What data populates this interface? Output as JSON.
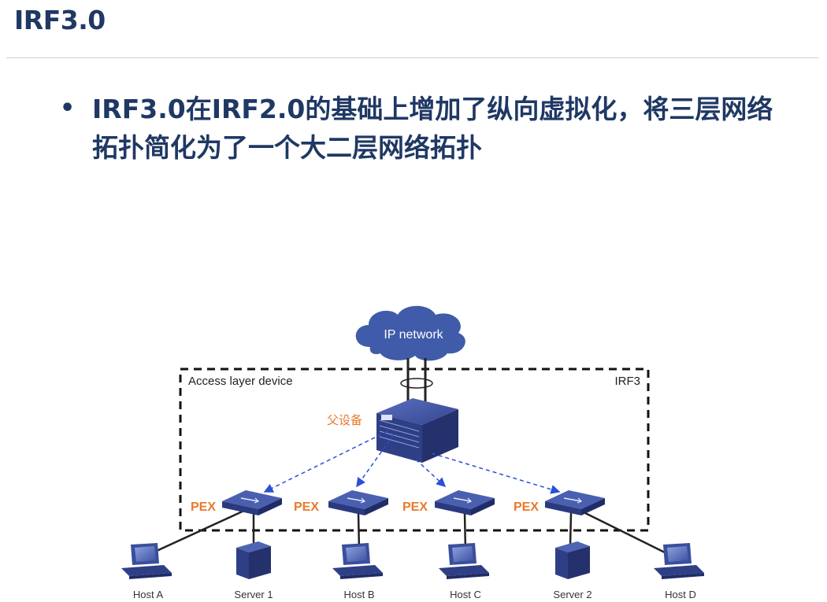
{
  "slide": {
    "title": "IRF3.0",
    "bullet": "IRF3.0在IRF2.0的基础上增加了纵向虚拟化，将三层网络拓扑简化为了一个大二层网络拓扑"
  },
  "diagram": {
    "cloud_label": "IP network",
    "access_box_label": "Access layer device",
    "irf_label": "IRF3",
    "parent_label": "父设备",
    "pex_label": "PEX",
    "end_devices": [
      "Host A",
      "Server 1",
      "Host B",
      "Host C",
      "Server 2",
      "Host D"
    ],
    "colors": {
      "title": "#1f3864",
      "pex_text": "#e87a2c",
      "device_blue": "#3a4f9c",
      "cloud": "#3f5ba9",
      "link_dashed": "#2a4fd8"
    }
  }
}
